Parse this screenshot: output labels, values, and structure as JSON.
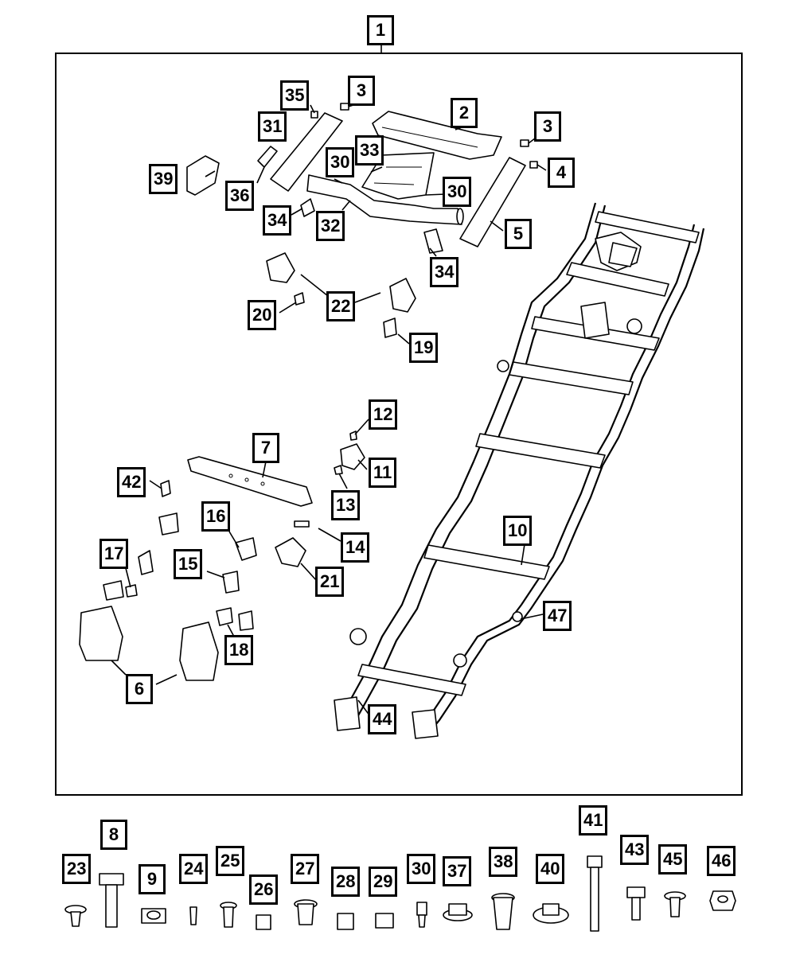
{
  "diagram": {
    "main_callout": "1",
    "callouts": {
      "c2": "2",
      "c3a": "3",
      "c3b": "3",
      "c4": "4",
      "c5": "5",
      "c6": "6",
      "c7": "7",
      "c10": "10",
      "c11": "11",
      "c12": "12",
      "c13": "13",
      "c14": "14",
      "c15": "15",
      "c16": "16",
      "c17": "17",
      "c18": "18",
      "c19": "19",
      "c20": "20",
      "c21": "21",
      "c22": "22",
      "c30a": "30",
      "c30b": "30",
      "c31": "31",
      "c32": "32",
      "c33": "33",
      "c34a": "34",
      "c34b": "34",
      "c35": "35",
      "c36": "36",
      "c39": "39",
      "c42": "42",
      "c44": "44",
      "c47": "47"
    },
    "fasteners": {
      "f8": "8",
      "f9": "9",
      "f23": "23",
      "f24": "24",
      "f25": "25",
      "f26": "26",
      "f27": "27",
      "f28": "28",
      "f29": "29",
      "f30": "30",
      "f37": "37",
      "f38": "38",
      "f40": "40",
      "f41": "41",
      "f43": "43",
      "f45": "45",
      "f46": "46"
    }
  }
}
